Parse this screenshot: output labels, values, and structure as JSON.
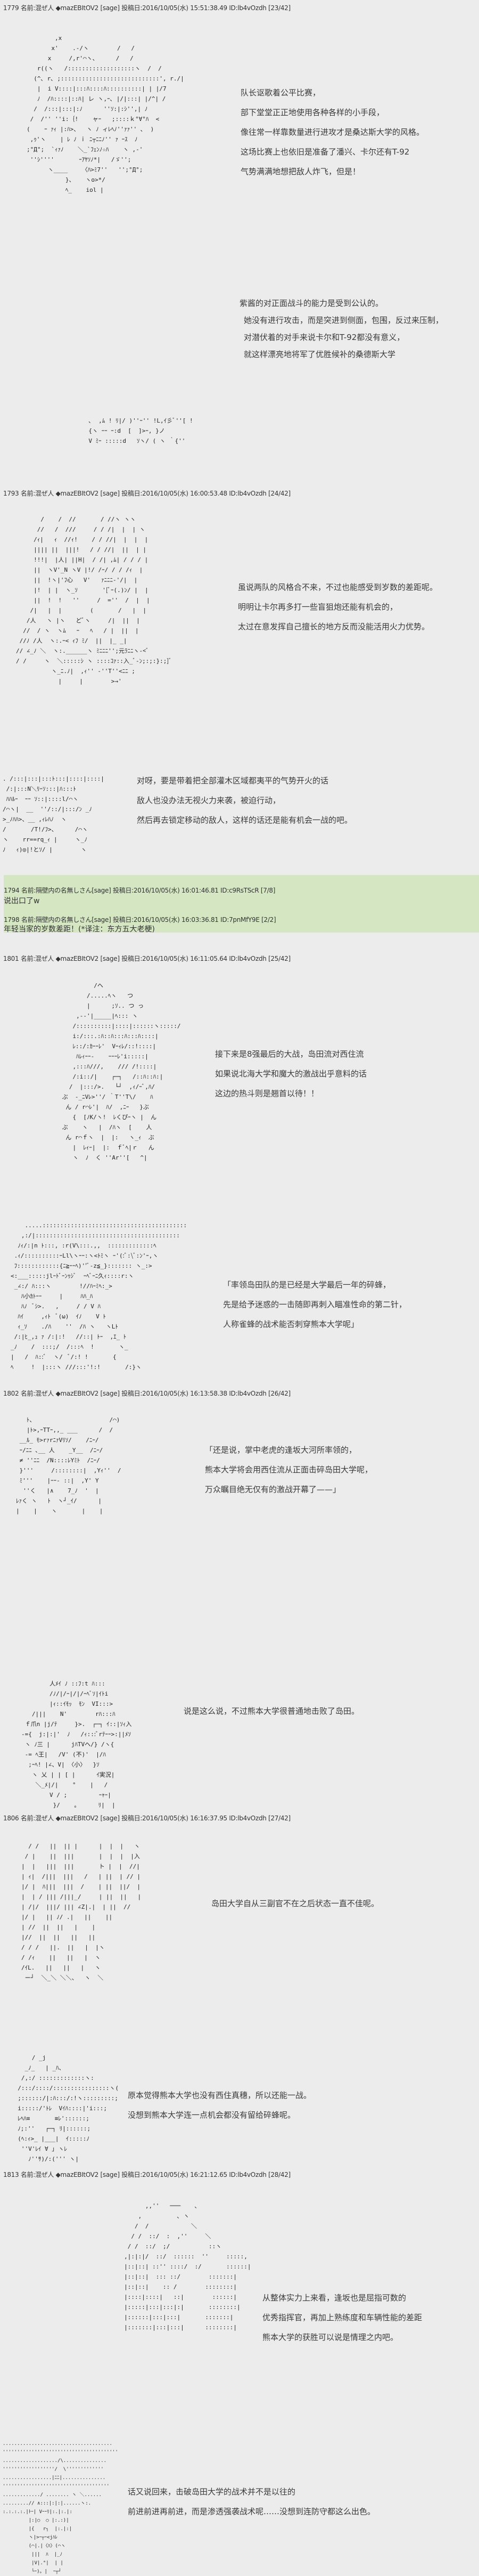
{
  "posts": [
    {
      "header": "1779 名前:混ぜ人 ◆mazEBItOV2 [sage] 投稿日:2016/10/05(水) 15:51:38.49 ID:lb4vOzdh [23/42]",
      "blocks": [
        [
          "队长讴歌着公平比赛，",
          "部下堂堂正正地使用各种各样的小手段，",
          "像往常一样靠数量进行进攻才是桑达斯大学的风格。",
          "这场比赛上也依旧是准备了潘兴、卡尔还有T-92",
          "气势满满地想把敌人炸飞，但是！"
        ],
        [
          "紫酱的对正面战斗的能力是受到公认的。",
          "她没有进行攻击，而是突进到侧面，包围，反过来压制，",
          "对潜伏着的对手来说卡尔和T-92都没有意义，",
          "就这样漂亮地将军了优胜候补的桑德斯大学"
        ]
      ]
    },
    {
      "header": "1793 名前:混ぜ人 ◆mazEBItOV2 [sage] 投稿日:2016/10/05(水) 16:00:53.48 ID:lb4vOzdh [24/42]",
      "blocks": [
        [
          "虽说两队的风格合不来，不过也能感受到岁数的差距呢。",
          "明明让卡尔再多打一些盲狙炮还能有机会的，",
          "太过在意发挥自己擅长的地方反而没能活用火力优势。"
        ],
        [
          "对呀，要是带着把全部灌木区域都夷平的气势开火的话",
          "敌人也没办法无视火力来袭，被迫行动，",
          "然后再去锁定移动的敌人，这样的话还是能有机会一战的吧。"
        ]
      ]
    },
    {
      "header": "1801 名前:混ぜ人 ◆mazEBItOV2 [sage] 投稿日:2016/10/05(水) 16:11:05.64 ID:lb4vOzdh [25/42]",
      "blocks": [
        [
          "接下来是8强最后的大战，岛田流对西住流",
          "如果说北海大学和魔大的激战出乎意料的话",
          "这边的热斗则是翘首以待！！"
        ],
        [
          "「率领岛田队的是已经是大学最后一年的碎蜂，",
          "先是给予迷惑的一击随即再刺入瞄准性命的第二针，",
          "人称雀蜂的战术能否刺穿熊本大学呢」"
        ]
      ]
    },
    {
      "header": "1802 名前:混ぜ人 ◆mazEBItOV2 [sage] 投稿日:2016/10/05(水) 16:13:58.38 ID:lb4vOzdh [26/42]",
      "blocks": [
        [
          "「还是说，掌中老虎的逢坂大河所率领的，",
          "熊本大学将会用西住流从正面击碎岛田大学呢，",
          "万众瞩目绝无仅有的激战开幕了——」"
        ],
        [
          "说是这么说，不过熊本大学很普通地击败了岛田。"
        ]
      ]
    },
    {
      "header": "1806 名前:混ぜ人 ◆mazEBItOV2 [sage] 投稿日:2016/10/05(水) 16:16:37.95 ID:lb4vOzdh [27/42]",
      "blocks": [
        [
          "岛田大学自从三副官不在之后状态一直不佳呢。"
        ],
        [
          "原本觉得熊本大学也没有西住真穗，所以还能一战。",
          "没想到熊本大学连一点机会都没有留给碎蜂呢。"
        ]
      ]
    },
    {
      "header": "1813 名前:混ぜ人 ◆mazEBItOV2 [sage] 投稿日:2016/10/05(水) 16:21:12.65 ID:lb4vOzdh [28/42]",
      "blocks": [
        [
          "从整体实力上来看，逢坂也是屈指可数的",
          "优秀指挥官，再加上熟练度和车辆性能的差距",
          "熊本大学的获胜可以说是情理之内吧。"
        ],
        [
          "话又说回来，击破岛田大学的战术并不是以往的",
          "前进前进再前进，而是渗透强袭战术呢……没想到连防守都这么出色。"
        ]
      ]
    }
  ],
  "replies": [
    {
      "header": "1794 名前:隔壁内の名無しさん[sage] 投稿日:2016/10/05(水) 16:01:46.81 ID:c9RsTScR [7/8]",
      "body": "说出口了w"
    },
    {
      "header": "1798 名前:隔壁内の名無しさん[sage] 投稿日:2016/10/05(水) 16:03:36.81 ID:7pnMfY9E [2/2]",
      "body": "年轻当家的岁数差距！(*译注：东方五大老梗)"
    }
  ],
  "art": {
    "a1": "        ,x\n       x'    .-/ヽ        /   /\n      x     /,r'⌒ヽ、     /   /\n   r((ヽ   /:::::::::::::::::::ヽ  /  /\n  (^､ r､ ;::::::::::::::::::::::::::::', r./|\n   |  i V::::|:::ﾊ::::ﾊ::::::::::| | |/7\n   ﾉ  /ﾊ::::|::ﾊ| レ ヽ,ｰ､ |/|:::| |/^| /\n  /  /:::|:::|:ﾉ      ''ｿ:|:ｼ'',| ﾉ\n /  /'' ''i:｛!    ャｰ   ;::::ｋ°∀°ﾊ  <\n(    ｰ ｧｨ |:ﾊ>、  ヽ ﾉ ィﾚﾍﾉ''ｧｧ'' ､  )\n ,ｩ'ヽ    | ﾚ ﾉ ｉ ﾆ┬ﾆﾆﾉ'' ｧ ｰｽ  ﾉ\n;°Д°;  `ｨｧﾉ    ＼_`ﾌｪﾝﾉ☆ﾊ    ヽ ,-'\n ''ｼ''''       ｰｱﾔｿﾉ*|   /ゞ'';\n      ヽ____    〈ﾊ>ﾐ7''   '';°Д°;\n           }、   ヽo>*/\n           ﾍ_    iol |",
    "a2": "       ､  ,ﾑ ! ﾘ|/ )''ｰ'' !L,ｲ彡ﾞ''[ !\n       {ヽ ｰｰ ｰ:d  [  ]>ｰ, }ノ\n       V ﾐｰ :::::d   ｿヽ/ ( ヽ ｀{''",
    "a3": "       /    /  //       / //ヽ ヽヽ\n      //   /  ///     / / /|  |  | ヽ\n     /ｨ|   ｨ  //ｨ!    / / //|  |  |  |\n     |||| ||  |||!   / / //|  ||  | |\n     !!!|  |人| ||H|  / /| ,ﾑ| / / / |\n     ||  ヽV'_N ヽV |!/ /ｰ/ / / /ｨ  |\n     ||  !ヽ|'ﾌ心   V'   ｧﾆﾆﾆ-'/|  |\n     |!  | |  ヽ_ｿ       '[ﾞｰ(.)ﾝ/ |  |\n     ||  !  !   ''     /  =''  /  |  |\n    /|   |  |        (       /   |  |\n   /人   ヽ |ヽ   どﾞヽ     /|  ||  |\n  //  / ヽ  ヽﾑ   ｰ   ﾍ   / |  ||  |\n //ﾉ /人  ヽ:.ｰ< ｨﾌ ﾐ/  ||  |_ _|\n// ∠_ﾉ ＼  ヽ:.______ヽ ﾐﾆﾆﾆ'';元ﾗﾆﾆヽ-<ﾞ\n/ /     ヽ  ＼:::::ｼ ヽ ::::ｺｧ::入_ﾞ-ﾝ;:;:}:;]ﾞ\n          ヽ_ﾆ.ﾉ|  ,ｨ'' ‐''T''<ﾆﾆ ;\n            |     |        >→'",
    "a4": ". /:::|:::|:::ﾄ:::|::::|::::|\n /:|:::N＼ﾘｰｿ:::|ﾊ:::ﾄ\n ﾊﾊﾙｰ  ｰｰ ｿ::|::::l/⌒ヽ\n/⌒ヽ|  __  ''/::/|:::/ﾝ _ﾉ\n>_ﾉﾊﾊ>、__ ,ｨﾚﾊﾉ  ヽ\n/       /T!/ﾌ>、     /⌒ヽ\nヽ    rr==rq_ｨ |     ヽ_ﾉ\nﾉ   ｨ)◎|!とｿ/ |        ヽ",
    "a5": "          /ヘ\n        /.....ﾍヽ   つ\n        |      ;ｿ.. つ っ\n     ,--'|_____|ﾍ::: ヽ\n    /::::::::::|::::|::::::ヽ:::::/\n    i:/:::.:ﾊ::ﾊ:::ﾊ:::ﾊ::::|\n    ﾚ::/:ｶｰｰﾚ'  Vｰｨﾚ/::!::::|\n     ﾊﾚｨｰｰ-    ｰｰｰﾚ'i:::::|\n    ,:::ﾊ///,    /// /!::::|\n    /:i::/|    ┌─┐   /::ﾊ::ﾊ:|\n   /  |:::/>.   └┘  ,ｨ/ｰﾞ,ﾊ/\n ぶ  -_ﾆVﾚ>''/ ｀T''T\\/    ﾊ\n  ん / r⌒ﾚ'|  ﾊ/  ,ﾆｰ   }ぶ\n    {  [ﾉK/ヽ!  ﾚくぴｰヽ |  ん\n ぶ    ヽ   |  /ﾊヽ  [    人\n  ん r⌒ｆヽ  |  |:   ヽ_ｨ  ぶ\n    |  ﾚｨｰ|  |:  ｆﾞﾍ|ｒ   ん\n    ヽ  ﾉ  く ''Ar''[   ^|",
    "a6": "    .....:::::::::::::::::::::::::::::::::::::::::\n   ,:/|:::::::::::::::::::::::::::::::::::::::::\n  ﾉｨ/:|n ﾄ:::, :r(V\\:::.,,  :::::::::::::ﾍ\n .ｨ/::::::::::ｰLl\\ヽｰｰ:ヽ<ﾄﾐヽ ｰ'(:ﾞ:\\ﾞ:ﾝ'ｰ,ヽ\n ﾌ::::::::::::{ﾆ≧ｰｰﾍ)''ﾞ-z≦_}::::::: ヽ_:>\n<:___:::::jlｰﾄﾞｰﾝｩｼﾞ  ｰﾍﾞｰﾆ久ｨ::::r:ヽ\n _∠:/ ﾊ:::ヽ        !//ﾊｰﾐﾍ:_>\n   ﾊ小ｶﾄｰｰ     |     ﾊﾊ_ﾊ\n   ﾊﾉ  ﾞｼ>.   ,     / / V ﾊ\n  ﾊｲ     ,ｨﾄ  ﾞ(ω)  ｲﾉ    V ﾄ\n  ｨ_ｿ    ./ﾊ    ''  /ﾊ ヽ   ヽLﾄ\n /:|ﾋ_,ｭ ｧ /:|:!   //::| ﾄｰ  ,ｴ_ ﾄ\n_ﾉ    /  :::;/  /:::ﾍ  !       ヽ_\n|   /  ﾊ::ﾞ  ヽ/  ﾞ/:! !       {\nﾍ     !  |:::ヽ ///:::'!:!       /:}ヽ",
    "a7": "   ﾄ、                     /⌒)\n   |ﾄ>,ｰTTｰ,,_ ___      /  /\n __ﾙ_ ﾓ>rｧrﾆｧVﾘｿ/    /ﾆｰ/\n ｰ/ﾆﾆ ､__ 人    _Y__  /ﾆｰ/\n ≠ ''ﾆﾆ  /N::::ﾚYﾐﾄ  /ﾆｰ/\n }'''     /::::::::|  ,Yｨ''  /\n ﾐ'''    |ｰｰ- ::|  ,Y' Y\n  ''く   |∧    7_ﾉ  '  |\nﾚｧく ヽ   ﾄ  ヽ┘_ｲ/      |\n|    |    ヽ       |    |",
    "a8": "        人ﾒｲ ﾉ ::ﾌ:t ﾊ:::\n        /ﾉ/|/ｰ|/|/ｰﾍﾞｿ|ｲﾄi\n        |ｨ::ｲﾓｯ  ﾓﾝ  VI:::>\n   /|||    N'        rﾊ:::ﾊ\n ｆ爪n |j/ﾃ     }>.  ┌─┐ ｲ::|ｿｨ入\n-={  j:|:|'  ﾉ   /ｨ:::ﾞrﾃｰｰ>:||ﾒｿ\n ヽ ﾉ三 |      jﾊTVヘ/} /ヽ{\n -= ﾍ王|   /V' (不)'  |/ﾊ\n  ;ｰﾍ! |∠、V| 〈小〉  }ｿ\n   ヽ 乂 | | [ |      ｲ実況|\n    ＼_ﾒ|/|    °    |   /\n        V / ;         ｰｬｰ|\n         }/    ｡      ﾘ|  |",
    "a9": "  / /   ||  || |      |  |  |   ヽ\n / |    ||  |||       |  |  |  |入\n|  |   |||  |||       ト |  |  //|\n| ｨ|  /|||  |||   /   | ||  | // |\n|/ |  ﾊ|||  |||  /    | ||  ||/  |\n|  | / ||| /|||_/     | ||  ||   |\n| /|/  |||/ ||| ∠Z|.|  | ||  //\n|/ |   || ﾉ/ .|   ||    ||\n| //  ||  ||   |    |\n|//  ||  ||   ||   ||\n/ / /   ||.  ||   |  |ヽ\n/ /ｨ    ||   ||   |  ヽ\n/ｲL.   ||   ||   |   ヽ\n ー┘  ＼_＼ ＼＼、  ヽ  ＼",
    "a10": "      / _j\n    _ﾉ_   | _ﾊ、\n   /,:/ :::::::::::::ヽ:\n  /:::/::::/::::::::::::::::ヽ(\n  ;::::::/|:ﾊ:::/:!ヽ:::::::::;\n  i:::::/'ﾄﾚ  Vｲﾊ::::|'i:::;\n  ﾚﾍﾊ≡       ≡ﾚ'::::::;\n  ﾉ;:''   ┌─┐ ﾘ|::::::;\n  (ﾍ:ｨ>_ |___|  ｲ:::::ﾉ\n   ''V'ﾚｲ ∀ ｣ ヽﾚ\n     ﾉ''ｻ)/:(''' ヽ|",
    "a11": "           ,,''   ───    ､\n         ,          ､ ヽ\n        /  /            ＼\n       / /  ::/  :  ,''     ＼\n      / /  ::/  ;/           ::ヽ\n     ,|:|:|/  ::/  ::::::  ''     :::::,\n     |::|::| ::'' ::::/  :/       ::::::|\n     |::|::|  ::: ::/        :::::::|\n     |::|::|    :: /        ::::::::|\n     |::::|::::|   ::|        ::::::|\n     |:::::|:::|:::|:|       ::::::::|\n     |::::::|:::|:::|       :::::::|\n     |:::::::|:::|:::|      ::::::::|",
    "a12": "......................................\n''''''''''''''''''''''''''''''''''''''''\n.................../\\...............\n''''''''''''''''''/  \\'''''''''''''\n.................|ﾆﾆ|...............\n'''''''''''''''''''''''''''''''''''''\n............./ ........ ヽ ＼......\n.........// ∧:::|:|:|......ヽ:.\n:.:.:.:.|ﾄｰ| Vｰｰﾘ|:.|:.|:\n         |:|○  ○ |:.:)|\n         |{   r┐  |:.|:|\n         ヽ|>ｰ┬ｰ<jﾊﾚ\n         (⌒|.|〈ﾊ〉(⌒ヽ\n          |||  ﾊ  |_ﾉ\n          |V|.°|  | |\n          └ｰ)。|  ｰ┬┘"
  }
}
